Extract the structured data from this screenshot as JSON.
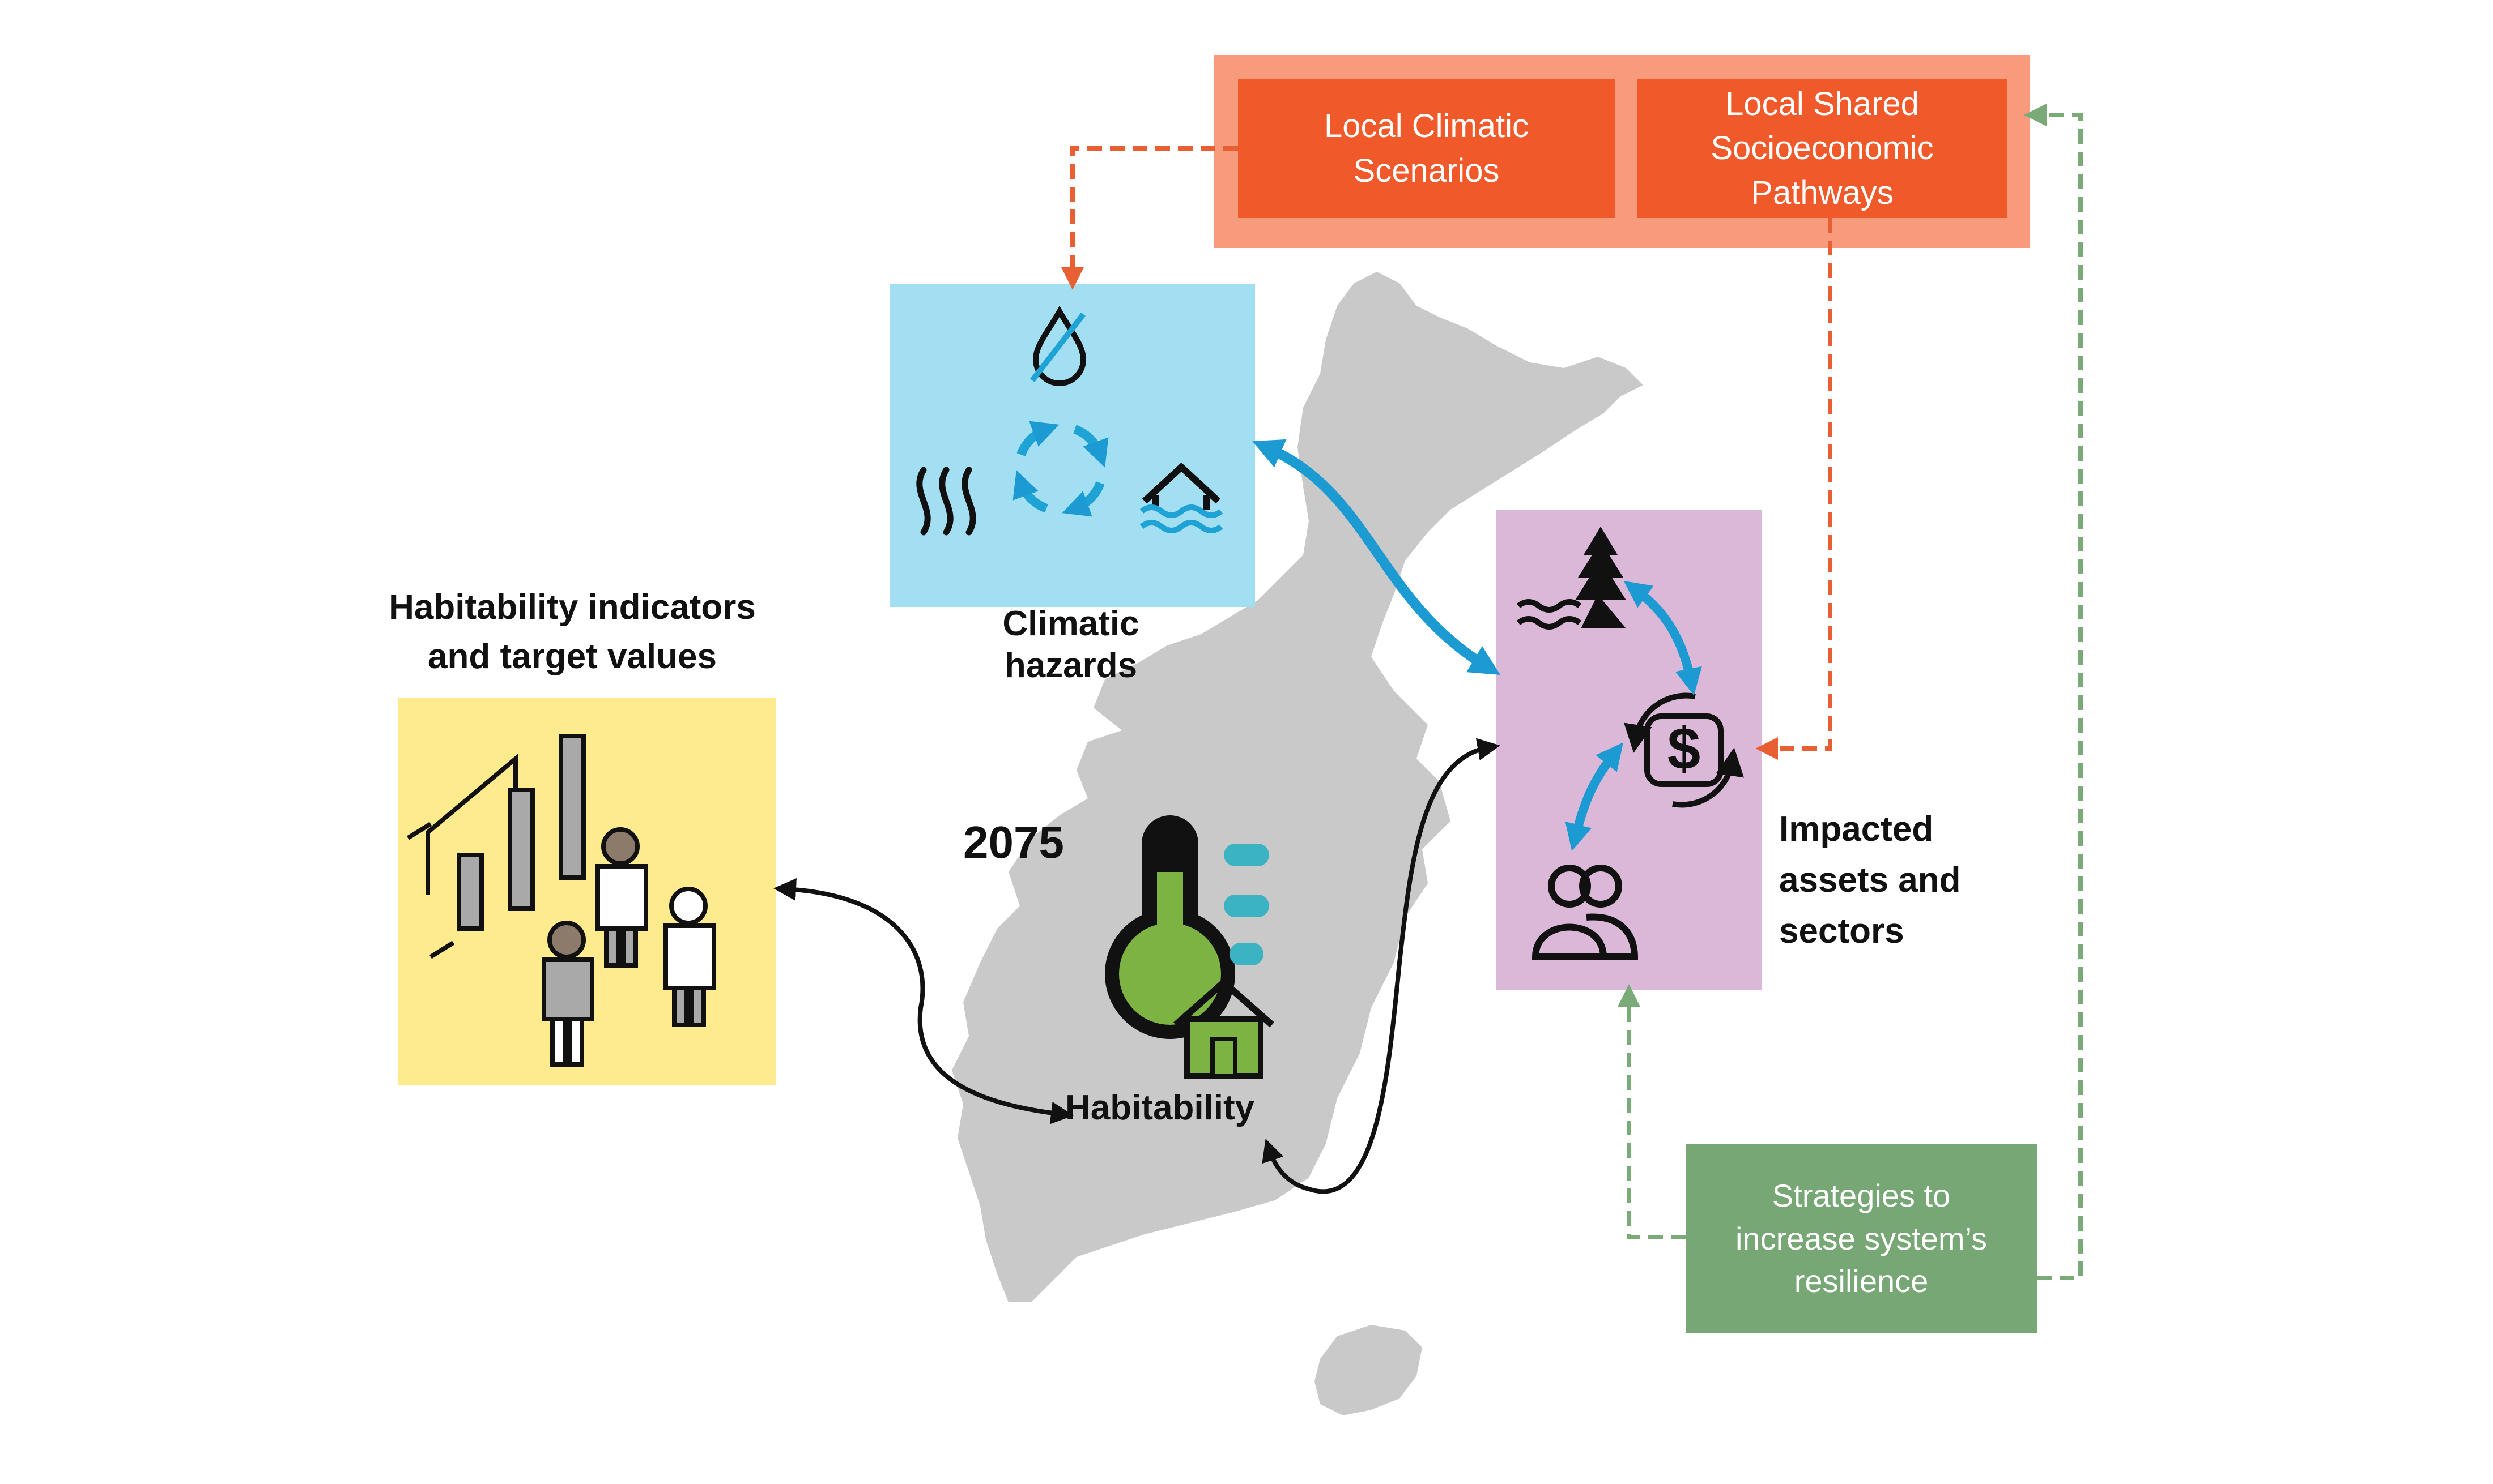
{
  "scenarios": {
    "climatic": "Local Climatic\nScenarios",
    "ssp": "Local Shared\nSocioeconomic\nPathways"
  },
  "hazards_label": "Climatic\nhazards",
  "assets_label": "Impacted\nassets and\nsectors",
  "habitability_indicators_label": "Habitability indicators\nand target values",
  "year_label": "2075",
  "habitability_label": "Habitability",
  "strategies_label": "Strategies to\nincrease system’s\nresilience",
  "dollar_symbol": "$",
  "colors": {
    "scenario_outer": "#F89A7C",
    "scenario_inner": "#F05A2A",
    "hazards_box": "#A3DFF2",
    "hazard_icon": "#1EA3D4",
    "assets_box": "#DCB8D8",
    "indicators_box": "#FDEB8E",
    "strategies_box": "#77A775",
    "map_gray": "#C9C9C9",
    "therm_green": "#7DB343",
    "bar_teal": "#3BB3C3",
    "arrow_orange": "#E95F34",
    "arrow_green": "#7AAA77",
    "arrow_blue": "#1C9BD3"
  },
  "icons": [
    "no-water-icon",
    "heatwave-icon",
    "cycle-arrows-icon",
    "flood-house-icon",
    "forest-coast-icon",
    "economy-cycle-icon",
    "people-icon",
    "thermometer-icon",
    "house-icon",
    "people-with-charts-illustration"
  ]
}
